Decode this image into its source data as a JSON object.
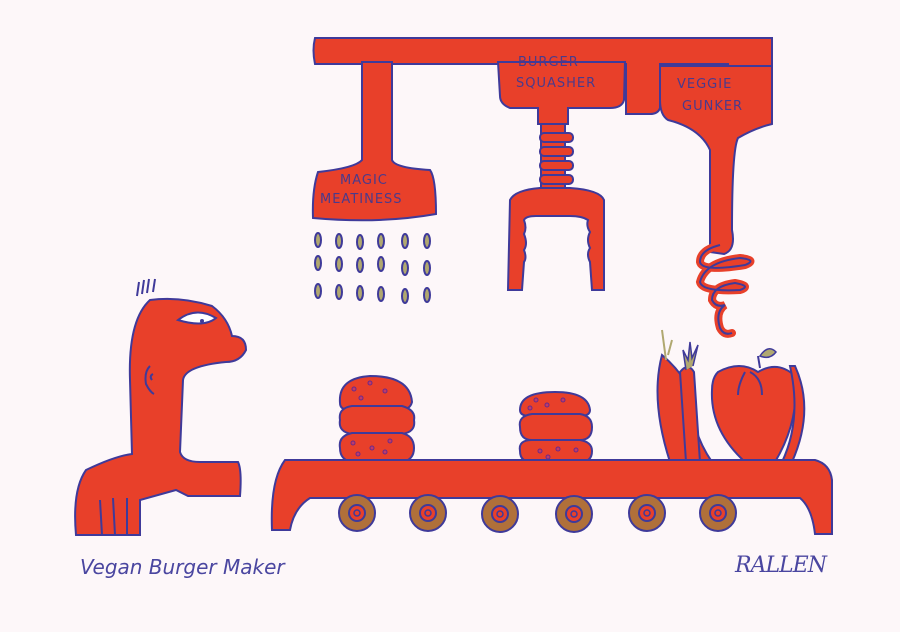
{
  "illustration": {
    "title": "Vegan Burger Maker",
    "signature": "RALLEN",
    "colors": {
      "fill": "#e8402a",
      "outline": "#3f3a9a",
      "shadow": "#a8703a",
      "background": "#fdf7f9",
      "drop": "#b0a870"
    },
    "machines": [
      {
        "label_line1": "MAGIC",
        "label_line2": "MEATINESS"
      },
      {
        "label_line1": "BURGER",
        "label_line2": "SQUASHER"
      },
      {
        "label_line1": "VEGGIE",
        "label_line2": "GUNKER"
      }
    ]
  }
}
